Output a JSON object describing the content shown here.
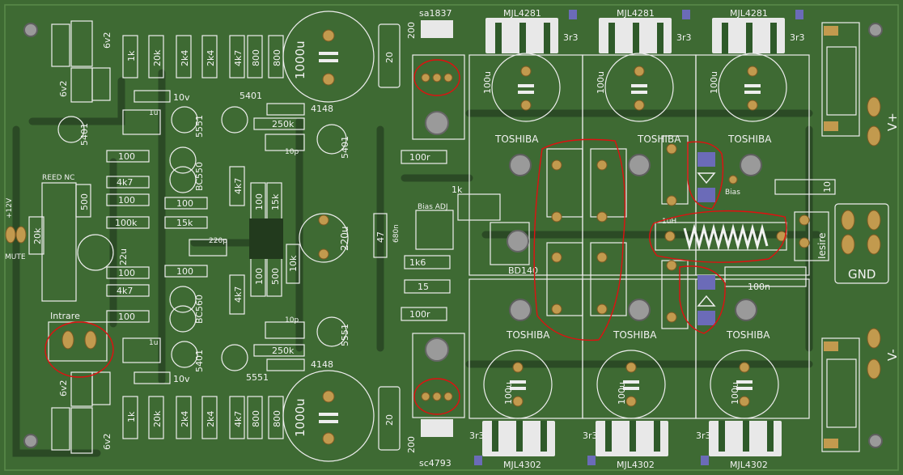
{
  "board": {
    "solder_mask_color": "#3e6a33",
    "pad_color": "#c29a4e",
    "silkscreen_color": "#f2f2f2",
    "highlight_color": "#e01010"
  },
  "labels": {
    "sa1837": "sa1837",
    "sc4793": "sc4793",
    "mjl4281": "MJL4281",
    "mjl4302": "MJL4302",
    "r3r3": "3r3",
    "r200": "200",
    "toshiba": "TOSHIBA",
    "c100u": "100u",
    "c1000u": "1000u",
    "c220u": "220u",
    "c22u": "22u",
    "c1u": "1u",
    "c10p": "10p",
    "c220p": "220p",
    "c100n": "100n",
    "c680n": "680n",
    "r1k": "1k",
    "r20k": "20k",
    "r2k4": "2k4",
    "r4k7": "4k7",
    "r800": "800",
    "r100": "100",
    "r15k": "15k",
    "r100k": "100k",
    "r250k": "250k",
    "r20": "20",
    "r100r": "100r",
    "r47": "47",
    "r1k6": "1k6",
    "r15": "15",
    "r500": "500",
    "r10": "10",
    "r10k": "10k",
    "d10v": "10v",
    "d6v2": "6v2",
    "q5401": "5401",
    "q5551": "5551",
    "q4148": "4148",
    "bc550": "BC550",
    "bc560": "BC560",
    "bd140": "BD140",
    "bias_adj": "Bias ADJ",
    "bias": "Bias",
    "reed_nc": "REED NC",
    "mute": "MUTE",
    "p12v": "+12V",
    "intrare": "Intrare",
    "iesire": "Iesire",
    "gnd": "GND",
    "v_plus": "V+",
    "v_minus": "V-",
    "l1uh": "1uH"
  }
}
